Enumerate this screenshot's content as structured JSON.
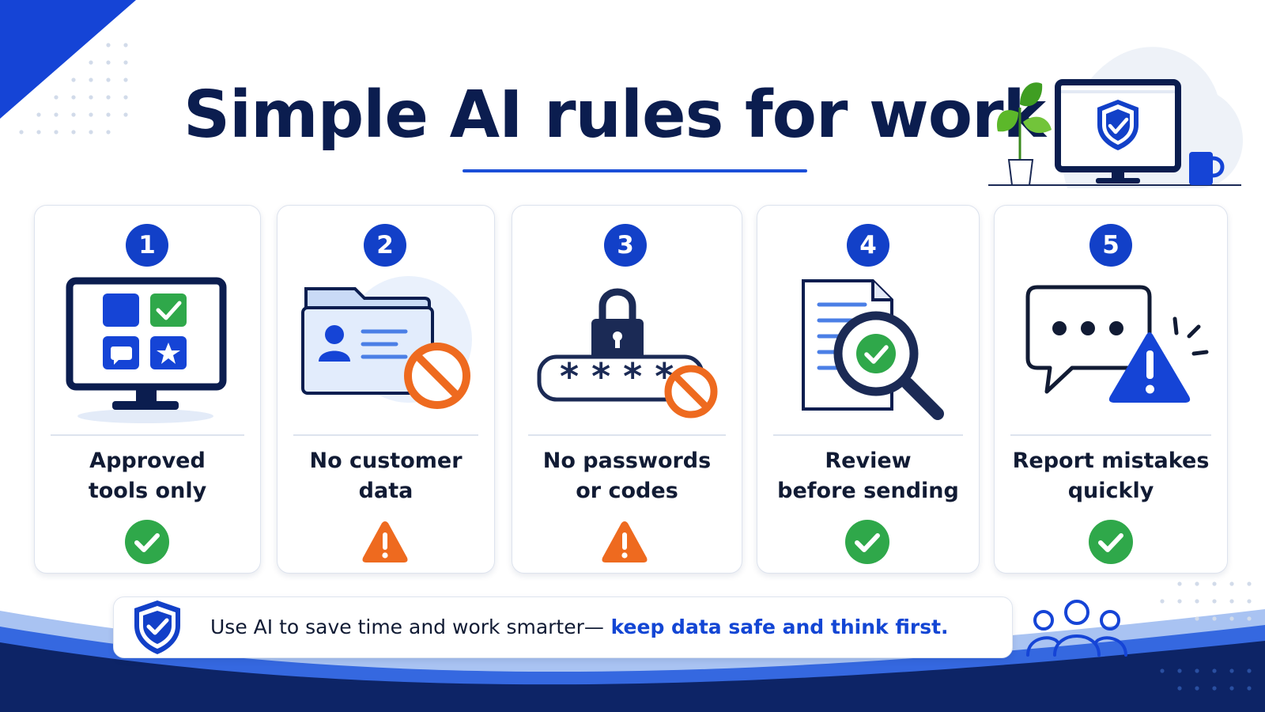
{
  "title": "Simple AI rules for work",
  "colors": {
    "navy": "#0b1d4f",
    "brand_blue": "#1240c8",
    "accent_blue": "#1b4fd8",
    "green": "#2fa84a",
    "orange": "#ee6a1f",
    "light_blue": "#d6e4fb"
  },
  "hero_icons": [
    "plant-icon",
    "monitor-shield-icon",
    "mug-icon"
  ],
  "cards": [
    {
      "number": "1",
      "label_lines": [
        "Approved",
        "tools only"
      ],
      "illustration": "approved-apps-monitor-icon",
      "status": "check-icon"
    },
    {
      "number": "2",
      "label_lines": [
        "No customer",
        "data"
      ],
      "illustration": "customer-folder-prohibited-icon",
      "status": "warning-icon"
    },
    {
      "number": "3",
      "label_lines": [
        "No passwords",
        "or codes"
      ],
      "illustration": "password-lock-prohibited-icon",
      "status": "warning-icon"
    },
    {
      "number": "4",
      "label_lines": [
        "Review",
        "before sending"
      ],
      "illustration": "document-magnifier-check-icon",
      "status": "check-icon"
    },
    {
      "number": "5",
      "label_lines": [
        "Report mistakes",
        "quickly"
      ],
      "illustration": "chat-alert-icon",
      "status": "check-icon"
    }
  ],
  "footer": {
    "text_plain": "Use AI to save time and work smarter—",
    "text_emphasis": " keep data safe and think first.",
    "left_icon": "shield-check-icon",
    "right_icon": "team-icon"
  }
}
